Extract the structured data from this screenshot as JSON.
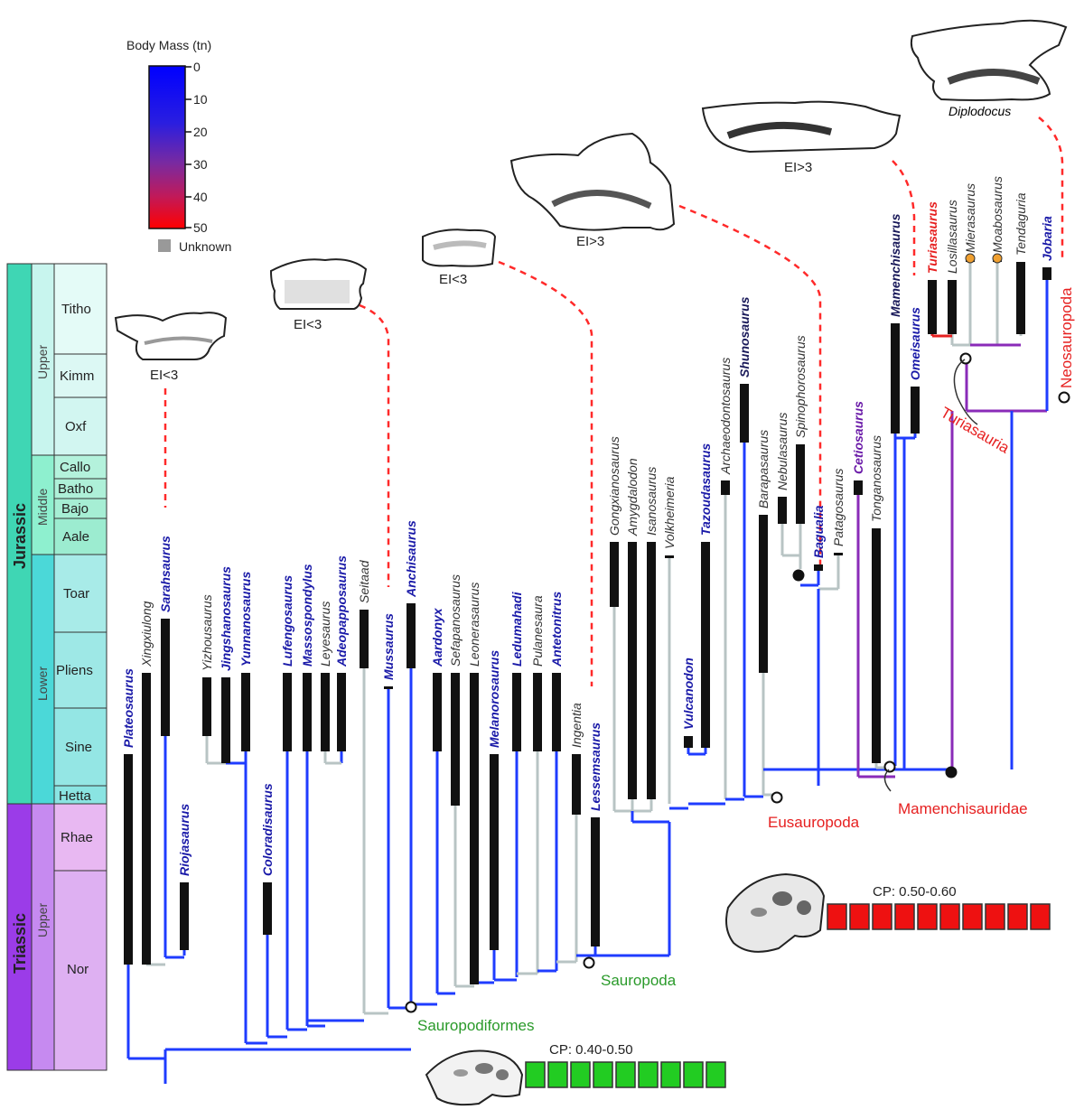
{
  "legend": {
    "title": "Body Mass (tn)",
    "ticks": [
      "0",
      "10",
      "20",
      "30",
      "40",
      "50"
    ],
    "unknown_label": "Unknown",
    "gradient": [
      "#0000ff",
      "#3a1fd6",
      "#7a2aa0",
      "#b01c6a",
      "#ff0000"
    ],
    "unknown_color": "#999999"
  },
  "timescale": {
    "periods": [
      "Jurassic",
      "Triassic"
    ],
    "epochs": [
      "Upper",
      "Middle",
      "Lower",
      "Upper"
    ],
    "stages": [
      "Titho",
      "Kimm",
      "Oxf",
      "Callo",
      "Batho",
      "Bajo",
      "Aale",
      "Toar",
      "Pliens",
      "Sine",
      "Hetta",
      "Rhae",
      "Nor"
    ]
  },
  "taxa": [
    {
      "name": "Plateosaurus",
      "color": "#1a1aa8",
      "bold": true
    },
    {
      "name": "Xingxiulong",
      "color": "#333333",
      "bold": false
    },
    {
      "name": "Sarahsaurus",
      "color": "#1a1aa8",
      "bold": true
    },
    {
      "name": "Riojasaurus",
      "color": "#1a1aa8",
      "bold": true
    },
    {
      "name": "Yizhousaurus",
      "color": "#333333",
      "bold": false
    },
    {
      "name": "Jingshanosaurus",
      "color": "#1a1aa8",
      "bold": true
    },
    {
      "name": "Yunnanosaurus",
      "color": "#1a1aa8",
      "bold": true
    },
    {
      "name": "Coloradisaurus",
      "color": "#1a1aa8",
      "bold": true
    },
    {
      "name": "Lufengosaurus",
      "color": "#1a1aa8",
      "bold": true
    },
    {
      "name": "Massospondylus",
      "color": "#1a1aa8",
      "bold": true
    },
    {
      "name": "Leyesaurus",
      "color": "#333333",
      "bold": false
    },
    {
      "name": "Adeopapposaurus",
      "color": "#1a1aa8",
      "bold": true
    },
    {
      "name": "Seitaad",
      "color": "#333333",
      "bold": false
    },
    {
      "name": "Mussaurus",
      "color": "#1a1aa8",
      "bold": true
    },
    {
      "name": "Anchisaurus",
      "color": "#1a1aa8",
      "bold": true
    },
    {
      "name": "Aardonyx",
      "color": "#1a1aa8",
      "bold": true
    },
    {
      "name": "Sefapanosaurus",
      "color": "#333333",
      "bold": false
    },
    {
      "name": "Leonerasaurus",
      "color": "#333333",
      "bold": false
    },
    {
      "name": "Melanorosaurus",
      "color": "#1a1aa8",
      "bold": true
    },
    {
      "name": "Ledumahadi",
      "color": "#1a1aa8",
      "bold": true
    },
    {
      "name": "Pulanesaura",
      "color": "#333333",
      "bold": false
    },
    {
      "name": "Antetonitrus",
      "color": "#1a1aa8",
      "bold": true
    },
    {
      "name": "Ingentia",
      "color": "#333333",
      "bold": false
    },
    {
      "name": "Lessemsaurus",
      "color": "#1a1aa8",
      "bold": true
    },
    {
      "name": "Gongxianosaurus",
      "color": "#333333",
      "bold": false
    },
    {
      "name": "Amygdalodon",
      "color": "#333333",
      "bold": false
    },
    {
      "name": "Isanosaurus",
      "color": "#333333",
      "bold": false
    },
    {
      "name": "Volkheimeria",
      "color": "#333333",
      "bold": false
    },
    {
      "name": "Vulcanodon",
      "color": "#1a1aa8",
      "bold": true
    },
    {
      "name": "Tazoudasaurus",
      "color": "#1a1aa8",
      "bold": true
    },
    {
      "name": "Archaeodontosaurus",
      "color": "#333333",
      "bold": false
    },
    {
      "name": "Shunosaurus",
      "color": "#1a1a5a",
      "bold": true
    },
    {
      "name": "Barapasaurus",
      "color": "#333333",
      "bold": false
    },
    {
      "name": "Nebulasaurus",
      "color": "#333333",
      "bold": false
    },
    {
      "name": "Spinophorosaurus",
      "color": "#333333",
      "bold": false
    },
    {
      "name": "Bagualia",
      "color": "#1a1aa8",
      "bold": true
    },
    {
      "name": "Patagosaurus",
      "color": "#333333",
      "bold": false
    },
    {
      "name": "Cetiosaurus",
      "color": "#6a1aa8",
      "bold": true
    },
    {
      "name": "Tonganosaurus",
      "color": "#333333",
      "bold": false
    },
    {
      "name": "Mamenchisaurus",
      "color": "#1a1a5a",
      "bold": true
    },
    {
      "name": "Omeisaurus",
      "color": "#1a1aa8",
      "bold": true
    },
    {
      "name": "Turiasaurus",
      "color": "#e62020",
      "bold": true
    },
    {
      "name": "Losillasaurus",
      "color": "#333333",
      "bold": false
    },
    {
      "name": "Mierasaurus",
      "color": "#333333",
      "bold": false
    },
    {
      "name": "Moabosaurus",
      "color": "#333333",
      "bold": false
    },
    {
      "name": "Tendaguria",
      "color": "#333333",
      "bold": false
    },
    {
      "name": "Jobaria",
      "color": "#1a1aa8",
      "bold": true
    }
  ],
  "clades": [
    {
      "name": "Sauropodiformes",
      "color": "#2a9a2a"
    },
    {
      "name": "Sauropoda",
      "color": "#2a9a2a"
    },
    {
      "name": "Eusauropoda",
      "color": "#e62020"
    },
    {
      "name": "Mamenchisauridae",
      "color": "#e62020"
    },
    {
      "name": "Turiasauria",
      "color": "#e62020"
    },
    {
      "name": "Neosauropoda",
      "color": "#e62020"
    }
  ],
  "vertebrae": [
    {
      "label": "EI<3"
    },
    {
      "label": "EI<3"
    },
    {
      "label": "EI<3"
    },
    {
      "label": "EI>3"
    },
    {
      "label": "EI>3"
    },
    {
      "label": "Diplodocus"
    }
  ],
  "cp_bars": [
    {
      "label": "CP: 0.40-0.50",
      "cells": 9,
      "color": "#22cc22"
    },
    {
      "label": "CP: 0.50-0.60",
      "cells": 10,
      "color": "#ee1111"
    }
  ],
  "colors": {
    "branch_blue": "#1f3cff",
    "branch_gray": "#b8c4c4",
    "branch_purple": "#8a2bb8",
    "branch_red": "#e62020",
    "leader_red": "#ff2a2a"
  }
}
